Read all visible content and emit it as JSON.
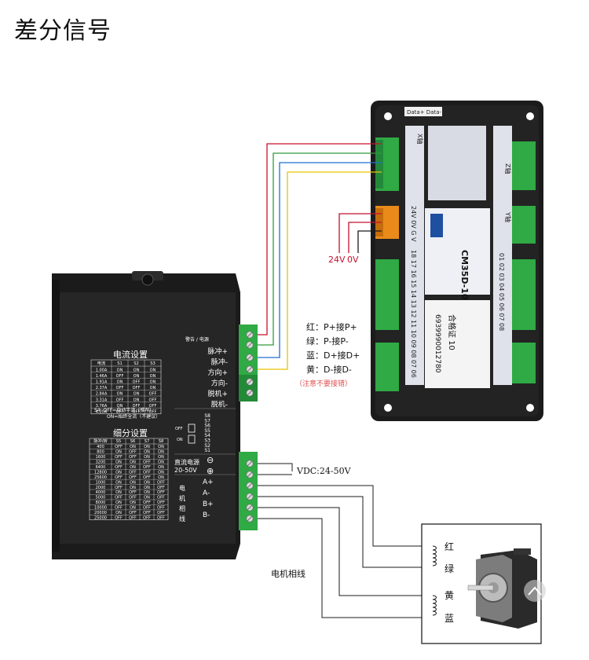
{
  "title": "差分信号",
  "colors": {
    "red": "#c8102e",
    "green": "#2e9b3a",
    "blue": "#1f6fd0",
    "yellow": "#e8c400",
    "terminal_green": "#2faa44",
    "terminal_orange": "#e98a1a",
    "device_body": "#1b1b1b",
    "note_red": "#e05050"
  },
  "controller": {
    "top_label": "Data+ Data-",
    "model": "CM35D-10",
    "cert": "合格证 10",
    "barcode": "6939990012780",
    "side_lower_numbers": "18 17 16 15 14 13 12 11 10 09 08 07 06",
    "side_right_numbers": "01 02 03 04 05 06 07 08",
    "power_pins": "24V 0V G V",
    "x_axis_label": "X轴",
    "y_axis_label": "Y轴",
    "z_axis_label": "Z轴"
  },
  "power_labels": {
    "v24": "24V",
    "v0": "0V"
  },
  "legend": {
    "lines": [
      "红：P+接P+",
      "绿：P-接P-",
      "蓝：D+接D+",
      "黄：D-接D-"
    ],
    "note": "（注意不要接错）"
  },
  "driver": {
    "current_title": "电流设置",
    "current_headers": [
      "电流",
      "S1",
      "S2",
      "S3"
    ],
    "current_rows": [
      [
        "1.00A",
        "ON",
        "ON",
        "ON"
      ],
      [
        "1.46A",
        "OFF",
        "ON",
        "ON"
      ],
      [
        "1.91A",
        "ON",
        "OFF",
        "ON"
      ],
      [
        "2.37A",
        "OFF",
        "OFF",
        "ON"
      ],
      [
        "2.84A",
        "ON",
        "ON",
        "OFF"
      ],
      [
        "3.31A",
        "OFF",
        "ON",
        "OFF"
      ],
      [
        "3.76A",
        "ON",
        "OFF",
        "OFF"
      ],
      [
        "4.20A",
        "OFF",
        "OFF",
        "OFF"
      ]
    ],
    "s4_note_1": "S4: OFF=自动半流（推荐）",
    "s4_note_2": "ON=始终全流（不建议）",
    "micro_title": "细分设置",
    "micro_headers": [
      "脉冲/转",
      "S5",
      "S6",
      "S7",
      "S8"
    ],
    "micro_rows": [
      [
        "400",
        "OFF",
        "ON",
        "ON",
        "ON"
      ],
      [
        "800",
        "ON",
        "OFF",
        "ON",
        "ON"
      ],
      [
        "1600",
        "OFF",
        "OFF",
        "ON",
        "ON"
      ],
      [
        "3200",
        "ON",
        "ON",
        "OFF",
        "ON"
      ],
      [
        "6400",
        "OFF",
        "ON",
        "OFF",
        "ON"
      ],
      [
        "12800",
        "ON",
        "OFF",
        "OFF",
        "ON"
      ],
      [
        "25600",
        "OFF",
        "OFF",
        "OFF",
        "ON"
      ],
      [
        "1000",
        "ON",
        "ON",
        "ON",
        "OFF"
      ],
      [
        "2000",
        "OFF",
        "ON",
        "ON",
        "OFF"
      ],
      [
        "4000",
        "ON",
        "OFF",
        "ON",
        "OFF"
      ],
      [
        "5000",
        "OFF",
        "OFF",
        "ON",
        "OFF"
      ],
      [
        "8000",
        "ON",
        "ON",
        "OFF",
        "OFF"
      ],
      [
        "10000",
        "OFF",
        "ON",
        "OFF",
        "OFF"
      ],
      [
        "20000",
        "ON",
        "OFF",
        "OFF",
        "OFF"
      ],
      [
        "25000",
        "OFF",
        "OFF",
        "OFF",
        "OFF"
      ]
    ],
    "alarm_label": "警告 / 电源",
    "signal_labels": [
      "脉冲+",
      "脉冲-",
      "方向+",
      "方向-",
      "脱机+",
      "脱机-"
    ],
    "switch_labels": [
      "S8",
      "S7",
      "S6",
      "S5",
      "S4",
      "S3",
      "S2",
      "S1"
    ],
    "off_label": "OFF",
    "on_label": "ON",
    "dc_label_1": "直流电源",
    "dc_label_2": "20-50V",
    "minus_sym": "⊖",
    "plus_sym": "⊕",
    "motor_phase_vert": "电机相线",
    "motor_pins": [
      "A+",
      "A-",
      "B+",
      "B-"
    ]
  },
  "vdc_label": "VDC:24-50V",
  "motor_wire_label": "电机相线",
  "motor_colors": [
    "红",
    "绿",
    "黄",
    "蓝"
  ]
}
